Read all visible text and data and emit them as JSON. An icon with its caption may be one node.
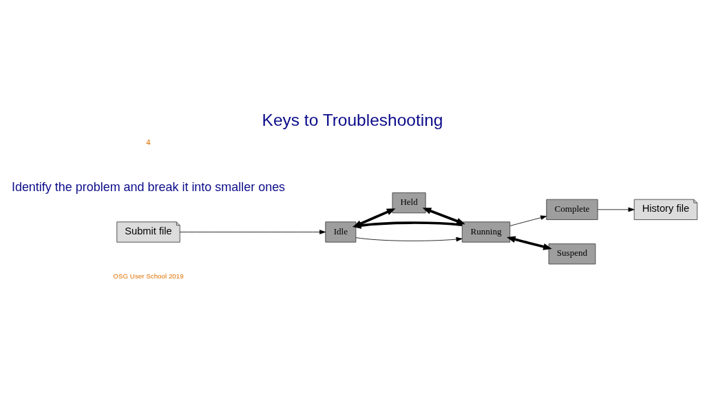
{
  "diagram": {
    "title": "Keys to Troubleshooting",
    "nodes": [
      {
        "text": [
          "Submit file"
        ]
      },
      {
        "text": [
          "Idle"
        ]
      },
      {
        "text": [
          "Held"
        ]
      },
      {
        "text": [
          "Running"
        ]
      },
      {
        "text": [
          "Complete"
        ]
      },
      {
        "text": [
          "History file"
        ]
      },
      {
        "text": [
          "Suspend"
        ]
      }
    ],
    "edges": [
      {
        "from": 0,
        "to": 1,
        "arrow": "to"
      },
      {
        "from": 1,
        "to": 2,
        "arrow": "both",
        "style": "thick"
      },
      {
        "from": 2,
        "to": 3,
        "arrow": "both",
        "style": "thick"
      },
      {
        "from": 1,
        "to": 3,
        "arrow": "to"
      },
      {
        "from": 3,
        "to": 4,
        "arrow": "to"
      },
      {
        "from": 3,
        "to": 1,
        "arrow": "to",
        "style": "thick"
      },
      {
        "from": 3,
        "to": 6,
        "arrow": "both",
        "style": "thick"
      },
      {
        "from": 4,
        "to": 5,
        "arrow": "to"
      }
    ],
    "labels": [
      "Identify the problem and break it into smaller ones",
      "OSG User School 2019",
      "4"
    ]
  }
}
